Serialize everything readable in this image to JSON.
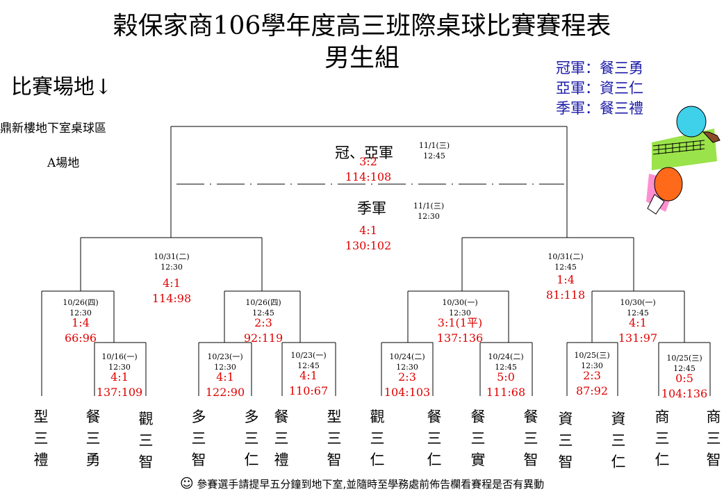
{
  "header": {
    "title_line1": "榖保家商106學年度高三班際桌球比賽賽程表",
    "title_line2": "男生組",
    "venue_heading": "比賽場地↓",
    "venue_place": "鼎新樓地下室桌球區",
    "venue_court": "A場地"
  },
  "results": {
    "champion": "冠軍：餐三勇",
    "runner_up": "亞軍：資三仁",
    "third": "季軍：餐三禮"
  },
  "final": {
    "label": "冠、亞軍",
    "date": "11/1(三)",
    "time": "12:45",
    "set_score": "3:2",
    "point_score": "114:108"
  },
  "third_place": {
    "label": "季軍",
    "date": "11/1(三)",
    "time": "12:30",
    "set_score": "4:1",
    "point_score": "130:102"
  },
  "matches": {
    "semi_left": {
      "date": "10/31(二)",
      "time": "12:30",
      "set": "4:1",
      "points": "114:98"
    },
    "semi_right": {
      "date": "10/31(二)",
      "time": "12:45",
      "set": "1:4",
      "points": "81:118"
    },
    "q1": {
      "date": "10/26(四)",
      "time": "12:30",
      "set": "1:4",
      "points": "66:96"
    },
    "q2": {
      "date": "10/26(四)",
      "time": "12:45",
      "set": "2:3",
      "points": "92:119"
    },
    "q3": {
      "date": "10/30(一)",
      "time": "12:30",
      "set": "3:1(1平)",
      "points": "137:136"
    },
    "q4": {
      "date": "10/30(一)",
      "time": "12:45",
      "set": "4:1",
      "points": "131:97"
    },
    "r1": {
      "date": "10/16(一)",
      "time": "12:30",
      "set": "4:1",
      "points": "137:109"
    },
    "r2": {
      "date": "10/23(一)",
      "time": "12:30",
      "set": "4:1",
      "points": "122:90"
    },
    "r3": {
      "date": "10/23(一)",
      "time": "12:45",
      "set": "4:1",
      "points": "110:67"
    },
    "r4": {
      "date": "10/24(二)",
      "time": "12:30",
      "set": "2:3",
      "points": "104:103"
    },
    "r5": {
      "date": "10/24(二)",
      "time": "12:45",
      "set": "5:0",
      "points": "111:68"
    },
    "r6": {
      "date": "10/25(三)",
      "time": "12:30",
      "set": "2:3",
      "points": "87:92"
    },
    "r7": {
      "date": "10/25(三)",
      "time": "12:45",
      "set": "0:5",
      "points": "104:136"
    }
  },
  "teams": [
    {
      "c1": "型",
      "c2": "三",
      "c3": "禮"
    },
    {
      "c1": "餐",
      "c2": "三",
      "c3": "勇"
    },
    {
      "c1": "觀",
      "c2": "三",
      "c3": "智"
    },
    {
      "c1": "多",
      "c2": "三",
      "c3": "智"
    },
    {
      "c1": "多",
      "c2": "三",
      "c3": "仁"
    },
    {
      "c1": "餐",
      "c2": "三",
      "c3": "禮"
    },
    {
      "c1": "型",
      "c2": "三",
      "c3": "智"
    },
    {
      "c1": "觀",
      "c2": "三",
      "c3": "仁"
    },
    {
      "c1": "餐",
      "c2": "三",
      "c3": "仁"
    },
    {
      "c1": "餐",
      "c2": "三",
      "c3": "實"
    },
    {
      "c1": "餐",
      "c2": "三",
      "c3": "智"
    },
    {
      "c1": "資",
      "c2": "三",
      "c3": "智"
    },
    {
      "c1": "資",
      "c2": "三",
      "c3": "仁"
    },
    {
      "c1": "商",
      "c2": "三",
      "c3": "仁"
    },
    {
      "c1": "商",
      "c2": "三",
      "c3": "智"
    }
  ],
  "footer": {
    "icon": "smiley-icon",
    "smiley": "☺",
    "note": "參賽選手請提早五分鐘到地下室,並隨時至學務處前佈告欄看賽程是否有異動"
  },
  "clipart": {
    "icon": "ping-pong-clipart-icon"
  },
  "colors": {
    "score": "#e00000",
    "results": "#1a1aa8"
  }
}
